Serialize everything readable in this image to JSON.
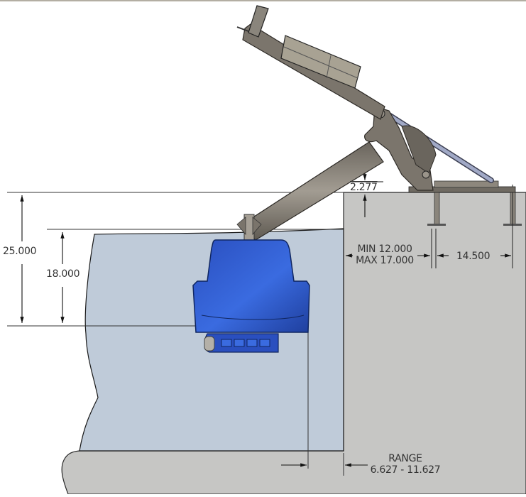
{
  "title": "Pool lift side elevation with installation dimensions",
  "colors": {
    "deck": "#c6c6c4",
    "water": "#bfcbd9",
    "seat": "#2b55c4",
    "lift_frame": "#7b756c",
    "actuator_rod": "#9ba3be",
    "dimension_line": "#222222",
    "top_border": "#b3aea3"
  },
  "dimensions": {
    "lift_height_total": "25.000",
    "seat_depth": "18.000",
    "deck_clearance": "2.277",
    "edge_setback_min": "MIN 12.000",
    "edge_setback_max": "MAX 17.000",
    "anchor_spacing": "14.500",
    "range_label": "RANGE",
    "range_value": "6.627 - 11.627"
  },
  "components": {
    "seat": "seat-assembly",
    "boom_arm": "lift-boom",
    "mast": "lift-mast",
    "battery_box": "battery-housing",
    "actuator": "actuator",
    "anchors": [
      "anchor-front",
      "anchor-rear"
    ]
  }
}
